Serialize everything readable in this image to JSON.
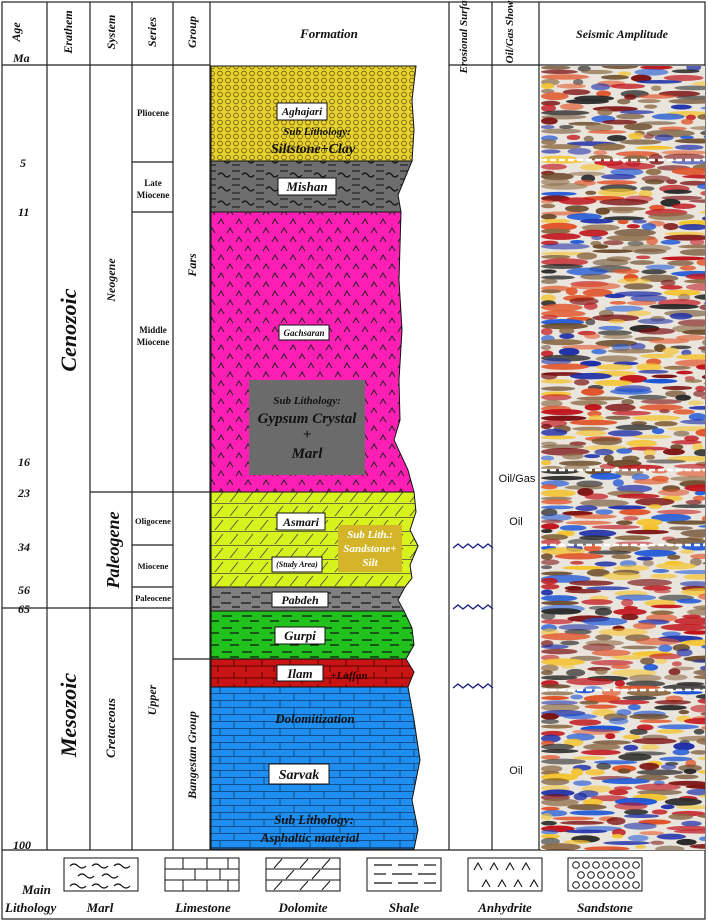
{
  "headers": {
    "age": "Age",
    "age_unit": "Ma",
    "erathem": "Erathem",
    "system": "System",
    "series": "Series",
    "group": "Group",
    "formation": "Formation",
    "erosional": "Erosional Surface",
    "oilgas": "Oil/Gas Show",
    "seismic": "Seismic Amplitude"
  },
  "ages": [
    "5",
    "11",
    "16",
    "23",
    "34",
    "56",
    "65",
    "100"
  ],
  "erathems": [
    "Cenozoic",
    "Mesozoic"
  ],
  "systems": [
    "Neogene",
    "Paleogene",
    "Cretaceous"
  ],
  "series": [
    "Pliocene",
    "Late Miocene",
    "Middle Miocene",
    "Oligocene",
    "Miocene",
    "Paleocene",
    "Upper"
  ],
  "groups": [
    "Fars",
    "Bangestan Group"
  ],
  "formations": {
    "aghajari": "Aghajari",
    "aghajari_sub1": "Sub Lithology:",
    "aghajari_sub2": "Siltstone+Clay",
    "mishan": "Mishan",
    "gachsaran": "Gachsaran",
    "gach_sub1": "Sub Lithology:",
    "gach_sub2": "Gypsum Crystal",
    "gach_sub3": "+",
    "gach_sub4": "Marl",
    "asmari": "Asmari",
    "study_area": "(Study Area)",
    "asmari_sub1": "Sub Lith.:",
    "asmari_sub2": "Sandstone+",
    "asmari_sub3": "Silt",
    "pabdeh": "Pabdeh",
    "gurpi": "Gurpi",
    "ilam": "Ilam",
    "laffan": "+Laffan",
    "dolomitization": "Dolomitization",
    "sarvak": "Sarvak",
    "sarvak_sub1": "Sub Lithology:",
    "sarvak_sub2": "Asphaltic material"
  },
  "shows": [
    "Oil/Gas",
    "Oil",
    "Oil"
  ],
  "legend": {
    "title1": "Main",
    "title2": "Lithology",
    "items": [
      "Marl",
      "Limestone",
      "Dolomite",
      "Shale",
      "Anhydrite",
      "Sandstone"
    ]
  },
  "colors": {
    "sandstone": "#e8d22e",
    "marl": "#6e6e6e",
    "anhydrite": "#ff1fb4",
    "gypsum_box": "#6b6b6b",
    "dolomite": "#d8f21e",
    "shale": "#808080",
    "gurpi": "#22c21e",
    "ilam": "#c81414",
    "limestone": "#1e8ff0",
    "erosion": "#1a237e"
  }
}
